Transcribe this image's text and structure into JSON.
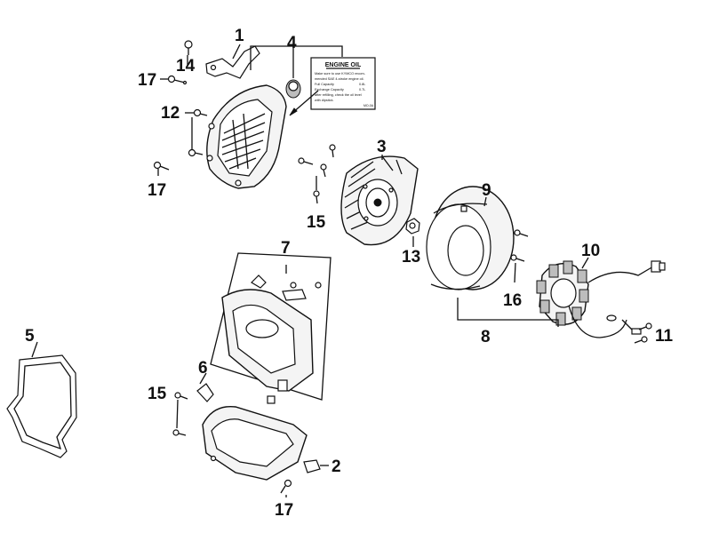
{
  "callouts": {
    "n1": "1",
    "n2": "2",
    "n3": "3",
    "n4": "4",
    "n5": "5",
    "n6": "6",
    "n7": "7",
    "n8": "8",
    "n9": "9",
    "n10": "10",
    "n11": "11",
    "n12": "12",
    "n13": "13",
    "n14": "14",
    "n15a": "15",
    "n15b": "15",
    "n16": "16",
    "n17a": "17",
    "n17b": "17",
    "n17c": "17"
  },
  "label": {
    "title": "ENGINE OIL",
    "line1": "Make sure to use KYMCO recom-",
    "line2": "mended SAE 4-stroke engine oil.",
    "line3_left": "Full Capacity",
    "line3_right": "0.8L",
    "line4_left": "Exchange Capacity",
    "line4_right": "0.7L",
    "line5": "after refilling, check the oil level",
    "line6": "with dipstick.",
    "code": "MO-0A"
  }
}
